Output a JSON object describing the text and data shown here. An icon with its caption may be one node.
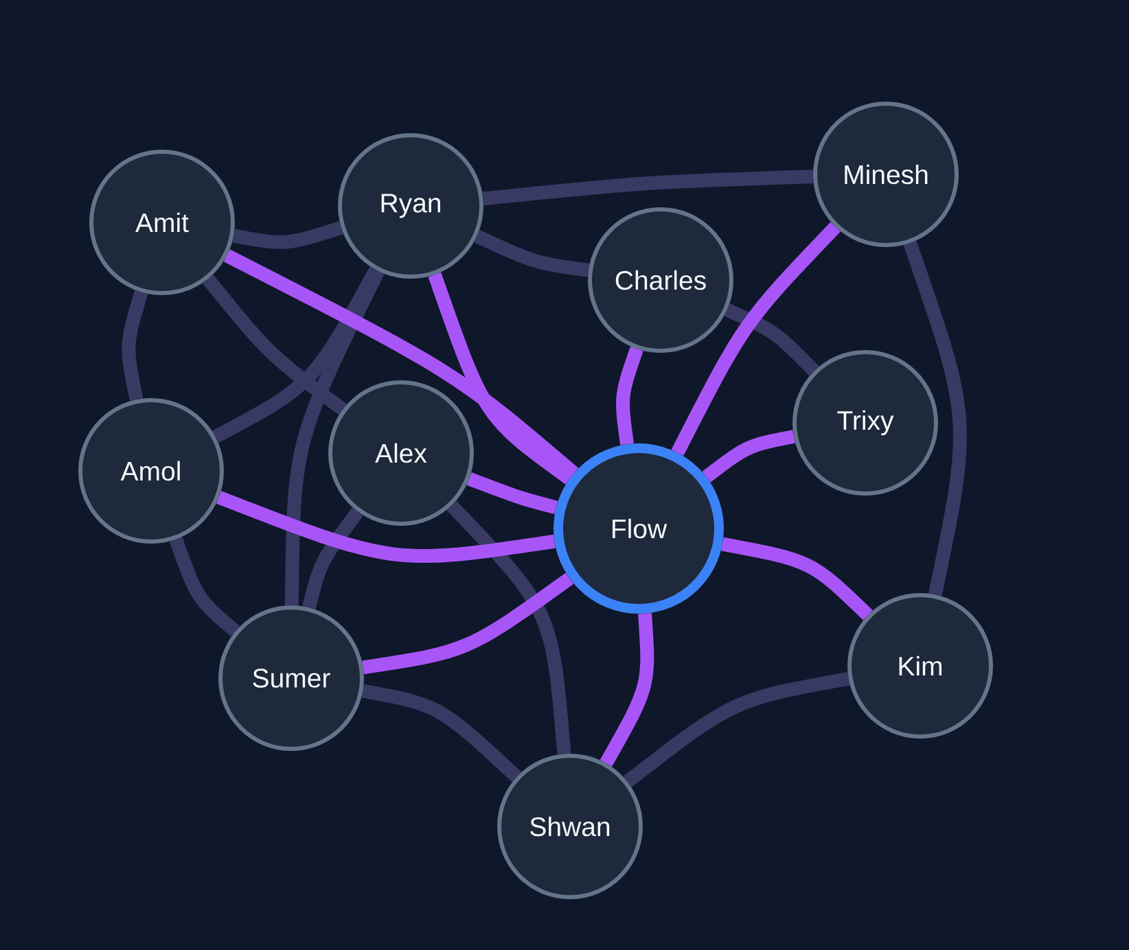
{
  "diagram": {
    "nodes": [
      {
        "text": [
          "Amit"
        ]
      },
      {
        "text": [
          "Ryan"
        ]
      },
      {
        "text": [
          "Charles"
        ]
      },
      {
        "text": [
          "Minesh"
        ]
      },
      {
        "text": [
          "Amol"
        ]
      },
      {
        "text": [
          "Alex"
        ]
      },
      {
        "text": [
          "Flow"
        ]
      },
      {
        "text": [
          "Trixy"
        ]
      },
      {
        "text": [
          "Sumer"
        ]
      },
      {
        "text": [
          "Kim"
        ]
      },
      {
        "text": [
          "Shwan"
        ]
      }
    ],
    "edges": [
      {
        "from": 0,
        "to": 1,
        "arrow": "none"
      },
      {
        "from": 0,
        "to": 4,
        "arrow": "none"
      },
      {
        "from": 0,
        "to": 5,
        "arrow": "none"
      },
      {
        "from": 0,
        "to": 6,
        "arrow": "none",
        "color": "#a855f7"
      },
      {
        "from": 1,
        "to": 4,
        "arrow": "none"
      },
      {
        "from": 1,
        "to": 8,
        "arrow": "none"
      },
      {
        "from": 1,
        "to": 3,
        "arrow": "none"
      },
      {
        "from": 1,
        "to": 2,
        "arrow": "none"
      },
      {
        "from": 1,
        "to": 6,
        "arrow": "none",
        "color": "#a855f7"
      },
      {
        "from": 2,
        "to": 6,
        "arrow": "none",
        "color": "#a855f7"
      },
      {
        "from": 2,
        "to": 7,
        "arrow": "none"
      },
      {
        "from": 3,
        "to": 6,
        "arrow": "none",
        "color": "#a855f7"
      },
      {
        "from": 3,
        "to": 9,
        "arrow": "none"
      },
      {
        "from": 4,
        "to": 6,
        "arrow": "none",
        "color": "#a855f7"
      },
      {
        "from": 4,
        "to": 8,
        "arrow": "none"
      },
      {
        "from": 5,
        "to": 6,
        "arrow": "none",
        "color": "#a855f7"
      },
      {
        "from": 5,
        "to": 8,
        "arrow": "none"
      },
      {
        "from": 5,
        "to": 10,
        "arrow": "none"
      },
      {
        "from": 7,
        "to": 6,
        "arrow": "none",
        "color": "#a855f7"
      },
      {
        "from": 8,
        "to": 6,
        "arrow": "none",
        "color": "#a855f7"
      },
      {
        "from": 8,
        "to": 10,
        "arrow": "none"
      },
      {
        "from": 9,
        "to": 6,
        "arrow": "none",
        "color": "#a855f7"
      },
      {
        "from": 10,
        "to": 6,
        "arrow": "none",
        "color": "#a855f7"
      },
      {
        "from": 10,
        "to": 9,
        "arrow": "none"
      }
    ]
  }
}
